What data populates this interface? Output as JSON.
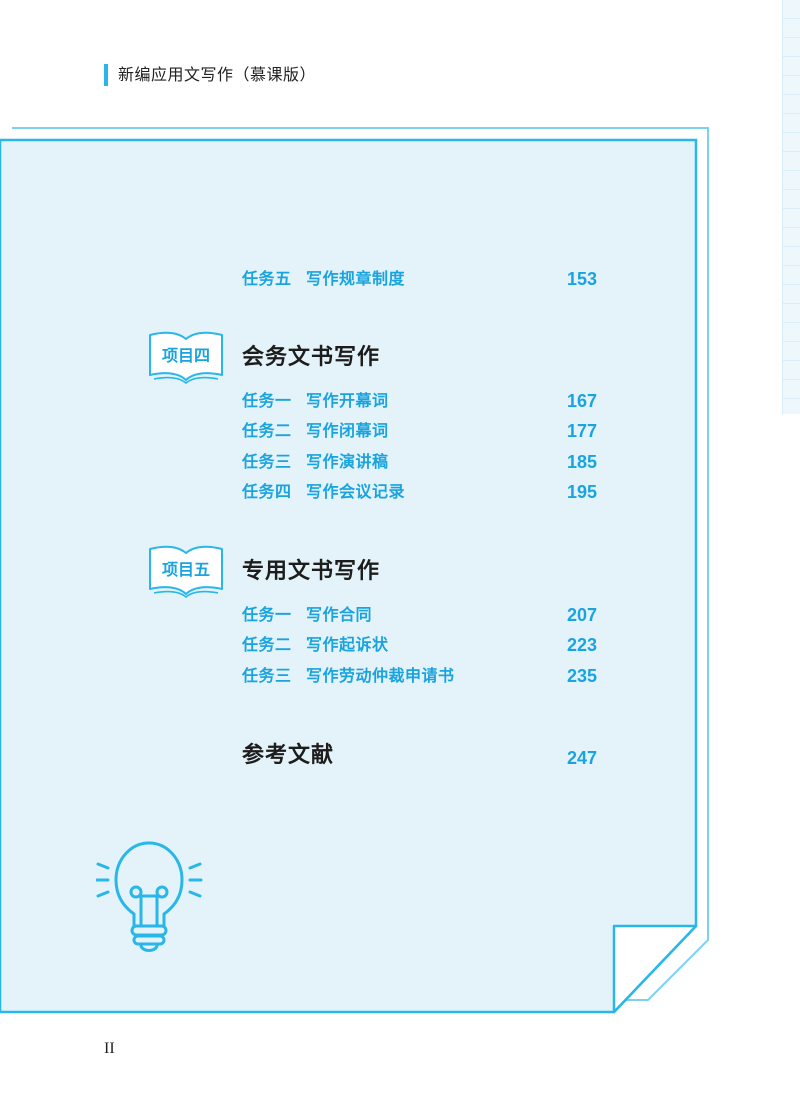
{
  "header": {
    "book_title": "新编应用文写作（慕课版）"
  },
  "toc": {
    "pre_entries": [
      {
        "task": "任务五",
        "title": "写作规章制度",
        "page": "153"
      }
    ],
    "projects": [
      {
        "badge": "项目四",
        "title": "会务文书写作",
        "tasks": [
          {
            "task": "任务一",
            "title": "写作开幕词",
            "page": "167"
          },
          {
            "task": "任务二",
            "title": "写作闭幕词",
            "page": "177"
          },
          {
            "task": "任务三",
            "title": "写作演讲稿",
            "page": "185"
          },
          {
            "task": "任务四",
            "title": "写作会议记录",
            "page": "195"
          }
        ]
      },
      {
        "badge": "项目五",
        "title": "专用文书写作",
        "tasks": [
          {
            "task": "任务一",
            "title": "写作合同",
            "page": "207"
          },
          {
            "task": "任务二",
            "title": "写作起诉状",
            "page": "223"
          },
          {
            "task": "任务三",
            "title": "写作劳动仲裁申请书",
            "page": "235"
          }
        ]
      }
    ],
    "references": {
      "title": "参考文献",
      "page": "247"
    }
  },
  "footer": {
    "page_number": "II"
  },
  "colors": {
    "accent": "#1aa4df",
    "panel_fill": "#e4f3fa",
    "panel_border": "#29b6e8"
  },
  "icons": {
    "badge": "open-book-icon",
    "decoration": "lightbulb-icon"
  }
}
